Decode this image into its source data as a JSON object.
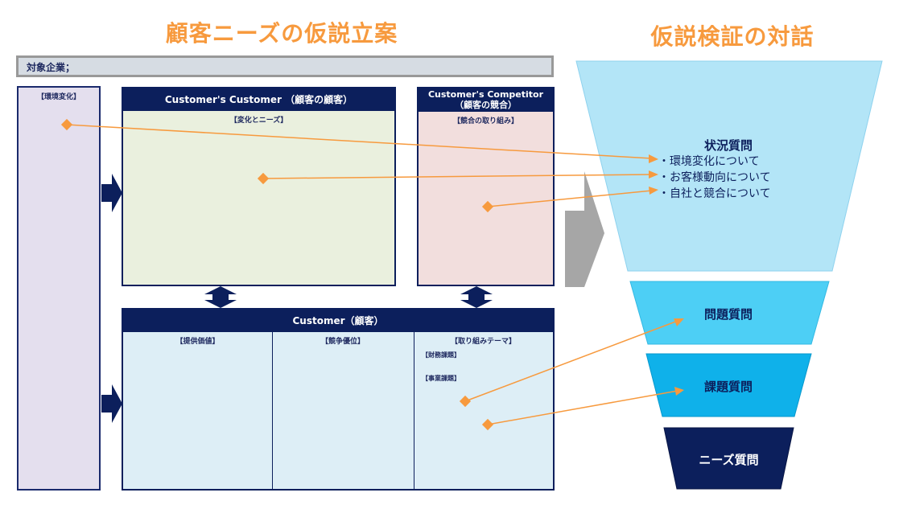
{
  "titles": {
    "left": "顧客ニーズの仮説立案",
    "right": "仮説検証の対話"
  },
  "target_company": "対象企業；",
  "environment": {
    "label": "【環境変化】"
  },
  "customers_customer": {
    "header": "Customer's Customer （顧客の顧客）",
    "sub_label": "【変化とニーズ】"
  },
  "competitor": {
    "header_line1": "Customer's Competitor",
    "header_line2": "（顧客の競合）",
    "sub_label": "【競合の取り組み】"
  },
  "customer": {
    "header": "Customer（顧客）",
    "columns": [
      {
        "label": "【提供価値】"
      },
      {
        "label": "【競争優位】"
      },
      {
        "label": "【取り組みテーマ】",
        "items": [
          "【財務課題】",
          "【事業課題】"
        ]
      }
    ]
  },
  "funnel": {
    "situation": {
      "title": "状況質問",
      "items": [
        "・環境変化について",
        "・お客様動向について",
        "・自社と競合について"
      ]
    },
    "problem": {
      "title": "問題質問"
    },
    "issue": {
      "title": "課題質問"
    },
    "needs": {
      "title": "ニーズ質問"
    }
  },
  "colors": {
    "accent_orange": "#f79a3e",
    "navy": "#0c1f5c",
    "funnel_level1": "#b3e5f7",
    "funnel_level2": "#4dcff5",
    "funnel_level3": "#0fb1ea",
    "funnel_level4": "#0c1f5c"
  }
}
